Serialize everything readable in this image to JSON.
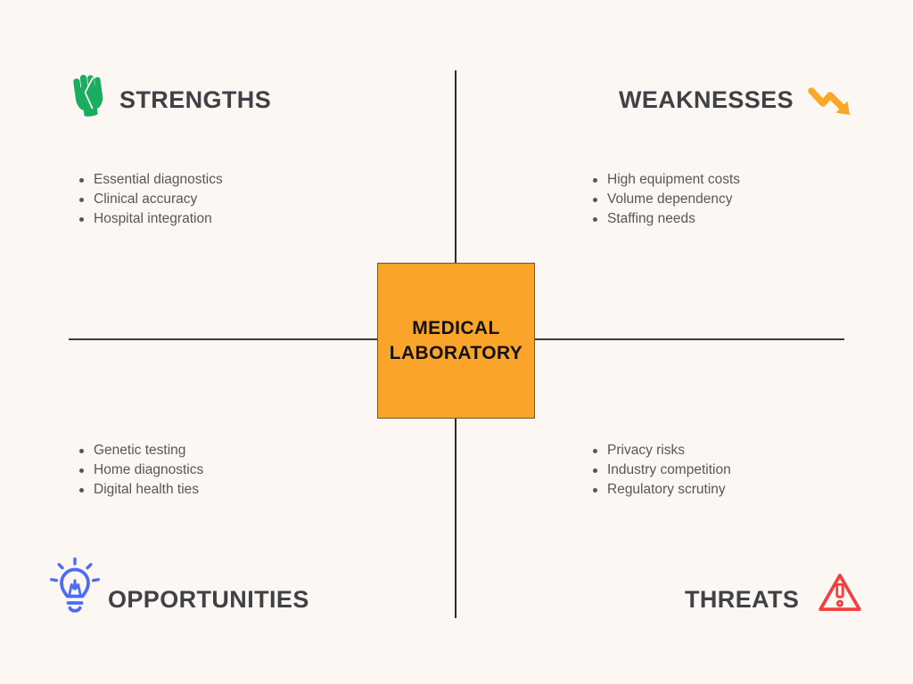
{
  "page": {
    "background_color": "#FDF7F4",
    "axis_color": "#2e2e2e"
  },
  "center_box": {
    "line1": "MEDICAL",
    "line2": "LABORATORY",
    "fill_color": "#FAA42A",
    "border_color": "#6E5A1F",
    "text_color": "#111111"
  },
  "quadrants": {
    "strengths": {
      "label": "STRENGTHS",
      "icon": "raised-fist-icon",
      "icon_color": "#1BAD5F",
      "items": [
        "Essential diagnostics",
        "Clinical accuracy",
        "Hospital integration"
      ]
    },
    "weaknesses": {
      "label": "WEAKNESSES",
      "icon": "trend-down-arrow-icon",
      "icon_color": "#F9A826",
      "items": [
        "High equipment costs",
        "Volume dependency",
        "Staffing needs"
      ]
    },
    "opportunities": {
      "label": "OPPORTUNITIES",
      "icon": "lightbulb-icon",
      "icon_color": "#4A6CF7",
      "items": [
        "Genetic testing",
        "Home diagnostics",
        "Digital health ties"
      ]
    },
    "threats": {
      "label": "THREATS",
      "icon": "warning-triangle-icon",
      "icon_color": "#F23E3E",
      "items": [
        "Privacy risks",
        "Industry competition",
        "Regulatory scrutiny"
      ]
    }
  }
}
